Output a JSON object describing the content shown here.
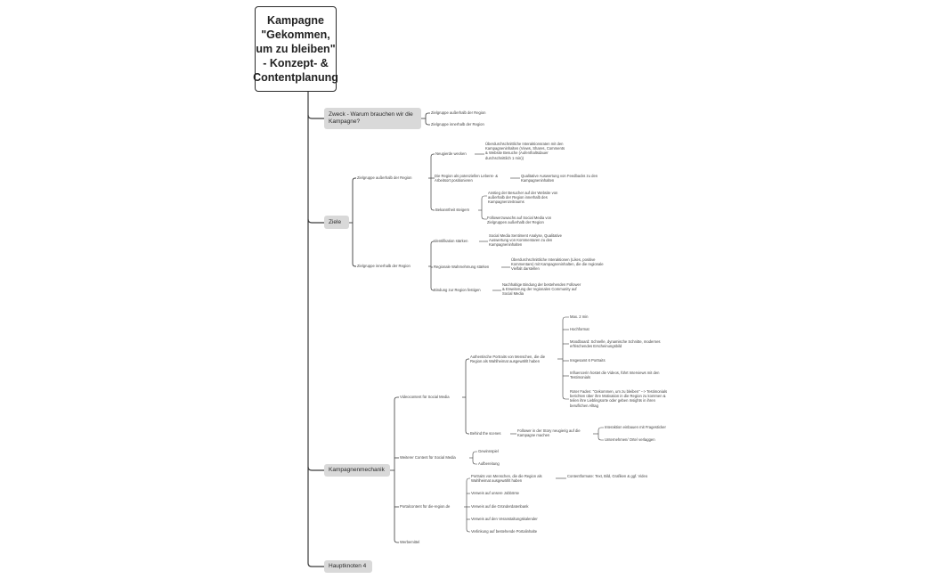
{
  "root": {
    "title": "Kampagne \"Gekommen, um zu bleiben\" - Konzept- & Contentplanung"
  },
  "zweck": {
    "label": "Zweck - Warum brauchen wir die Kampagne?",
    "items": [
      "Zielgruppe außerhalb der Region",
      "Zielgruppe innerhalb der Region"
    ]
  },
  "ziele": {
    "label": "Ziele",
    "ausserhalb": {
      "label": "Zielgruppe außerhalb der Region",
      "neugierde": {
        "label": "Neugierde wecken",
        "detail": "Überdurchschnittliche Interaktionsraten mit den Kampagneninhalten (Views, Shares, Comments & Website Besuche (Aufenthaltsdauer durchschnittlich 1 min))"
      },
      "region": {
        "label": "Die Region als potenziellen Lebens- & Arbeitsort positionieren",
        "detail": "Qualitative Auswertung von Feedbacks zu den Kampagneninhalten"
      },
      "bekanntheit": {
        "label": "Bekanntheit steigern",
        "details": [
          "Anstieg der Besucher auf der Website von außerhalb der Region innerhalb des Kampagnenzeitraums",
          "Followerzuwachs auf Social Media von Zielgruppen außerhalb der Region"
        ]
      }
    },
    "innerhalb": {
      "label": "Zielgruppe innerhalb der Region",
      "identifikation": {
        "label": "Identifikation stärken",
        "detail": "Social Media Sentiment Analyse, Qualitative Auswertung von Kommentaren zu den Kampagneninhalten"
      },
      "wahrnehmung": {
        "label": "Regionale Wahrnehmung stärken",
        "detail": "Überdurchschnittliche Interaktionen (Likes, positive Kommentare) mit Kampagneninhalten, die die regionale Vielfalt darstellen"
      },
      "bindung": {
        "label": "Bindung zur Region festigen",
        "detail": "Nachhaltige Bindung der bestehenden Follower & Erweiterung der regionalen Community auf Social Media"
      }
    }
  },
  "mechanik": {
    "label": "Kampagnenmechanik",
    "video": {
      "label": "Videocontent für Social Media",
      "portraits": {
        "label": "Authentische Portraits von Menschen, die die Region als Wahlheimat ausgewählt haben",
        "items": [
          "Max. 2 min",
          "Hochformat",
          "Moodboard: Schnelle, dynamische Schnitte, modernes erfrischendes Erscheinungsbild",
          "Insgesamt 6 Portraits",
          "Influencerin hostet die Videos, führt Interviews mit den Testimonials",
          "Roter Faden: \"Gekommen, um zu bleiben\" --> Testimonials berichten über ihre Motivation in die Region zu kommen & teilen ihre Lieblingsorte oder geben Insights in ihren beruflichen Alltag"
        ]
      },
      "behind": {
        "label": "Behind the scenes",
        "sub": {
          "label": "Follower in der Story neugierig auf die Kampagne machen",
          "items": [
            "Interaktion einbauen mit Fragesticker",
            "Unternehmen/ Orte/ verlaggen"
          ]
        }
      }
    },
    "weiterer": {
      "label": "Weiterer Content für Social Media",
      "items": [
        "Gewinnspiel",
        "Aufbereitung"
      ]
    },
    "portal": {
      "label": "Portalcontent für die-region.de",
      "portrait": {
        "label": "Portraits von Menschen, die die Region als Wahlheimat ausgewählt haben",
        "detail": "Contentformate: Text, Bild, Grafiken & ggf. Video"
      },
      "items": [
        "Verweis auf unsere Jobbörse",
        "Verweis auf die Gründerdatenbank",
        "Verweis auf den Veranstaltungskalender",
        "Verlinkung auf bestehende Portalinhalte"
      ]
    },
    "werbemittel": {
      "label": "Werbemittel"
    }
  },
  "hauptknoten4": {
    "label": "Hauptknoten 4"
  },
  "colors": {
    "line": "#3a3a3a",
    "main_fill": "#d9d9d9",
    "root_border": "#2b2b2b"
  }
}
